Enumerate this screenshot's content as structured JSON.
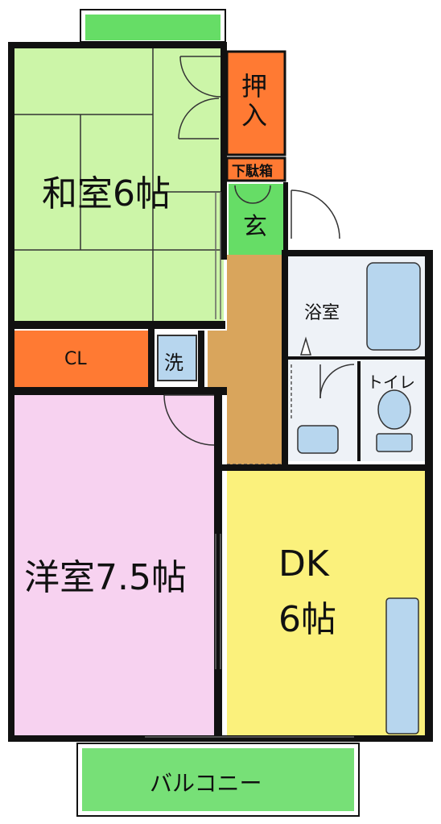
{
  "rooms": {
    "washitsu": "和室6帖",
    "oshiire_line1": "押",
    "oshiire_line2": "入",
    "getabako": "下駄箱",
    "genkan": "玄",
    "yokushitsu": "浴室",
    "closet": "CL",
    "senmen": "洗",
    "toilet": "トイレ",
    "youshitsu": "洋室7.5帖",
    "dk_line1": "DK",
    "dk_line2": "6帖",
    "balcony": "バルコニー"
  },
  "colors": {
    "tatami": "#ccf5a8",
    "storage": "#ff7a33",
    "genkan": "#66dd66",
    "corridor": "#d9a55c",
    "wet": "#eef2f7",
    "fixture": "#b7d6ee",
    "youshitsu": "#f7d2f0",
    "dk": "#fbf17c",
    "balcony": "#77e077",
    "wall": "#111111"
  }
}
